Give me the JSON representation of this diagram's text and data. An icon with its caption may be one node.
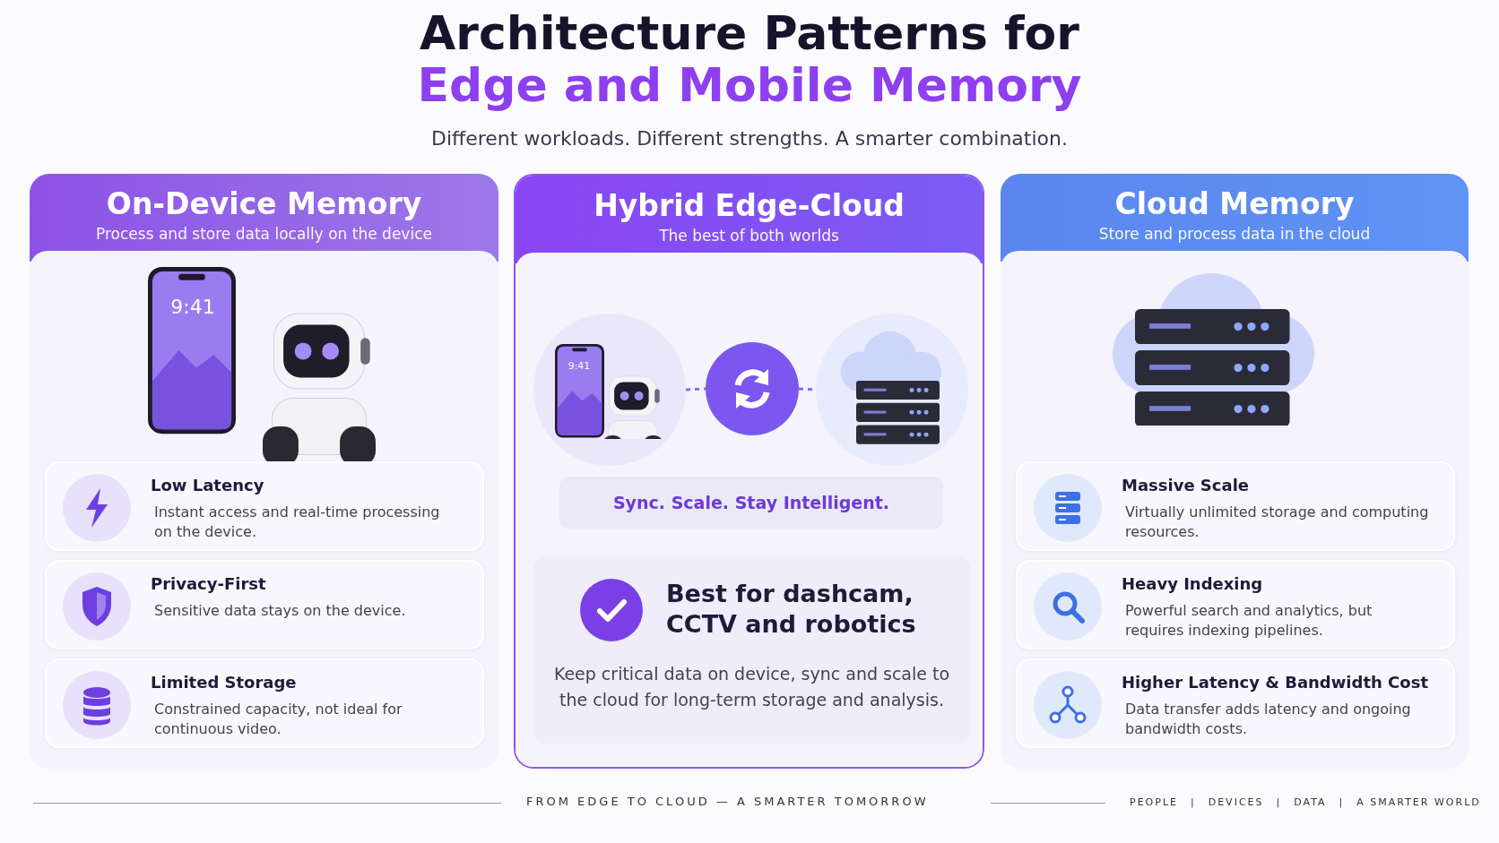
{
  "diagram": {
    "title": "Architecture Patterns for **Edge and Mobile Memory**",
    "nodes": [
      {
        "text": [
          "On-Device Memory",
          "Process and store data locally on the device"
        ]
      },
      {
        "text": [
          "Low Latency",
          "Instant access and real-time processing on the device."
        ],
        "in": 0
      },
      {
        "text": [
          "Privacy-First",
          "Sensitive data stays on the device."
        ],
        "in": 0
      },
      {
        "text": [
          "Limited Storage",
          "Constrained capacity, not ideal for continuous video."
        ],
        "in": 0
      },
      {
        "text": [
          "Hybrid Edge-Cloud",
          "The best of both worlds"
        ]
      },
      {
        "text": [],
        "shape": "picture",
        "in": 4
      },
      {
        "text": [],
        "shape": "circle",
        "in": 4
      },
      {
        "text": [],
        "shape": "picture",
        "in": 4
      },
      {
        "text": [
          "Sync. Scale. Stay Intelligent."
        ],
        "in": 4
      },
      {
        "text": [
          "Best for dashcam, CCTV and robotics",
          "Keep critical data on device, sync and scale to the cloud for long-term storage and analysis."
        ],
        "in": 4
      },
      {
        "text": [
          "Cloud Memory",
          "Store and process data in the cloud"
        ]
      },
      {
        "text": [
          "Massive Scale",
          "Virtually unlimited storage and computing resources."
        ],
        "in": 10
      },
      {
        "text": [
          "Heavy Indexing",
          "Powerful search and analytics, but requires indexing pipelines."
        ],
        "in": 10
      },
      {
        "text": [
          "Higher Latency & Bandwidth Cost",
          "Data transfer adds latency and ongoing bandwidth costs."
        ],
        "in": 10
      }
    ],
    "edges": [
      {
        "from": 5,
        "to": 6,
        "arrow": "none",
        "style": "dashed"
      },
      {
        "from": 6,
        "to": 7,
        "arrow": "none",
        "style": "dashed"
      }
    ],
    "labels": [
      "Different workloads. Different strengths. A smarter combination.",
      "9:41",
      "9:41",
      "FROM EDGE TO CLOUD — A SMARTER TOMORROW",
      "PEOPLE",
      "|",
      "DEVICES",
      "|",
      "DATA",
      "|",
      "A SMARTER WORLD"
    ]
  }
}
